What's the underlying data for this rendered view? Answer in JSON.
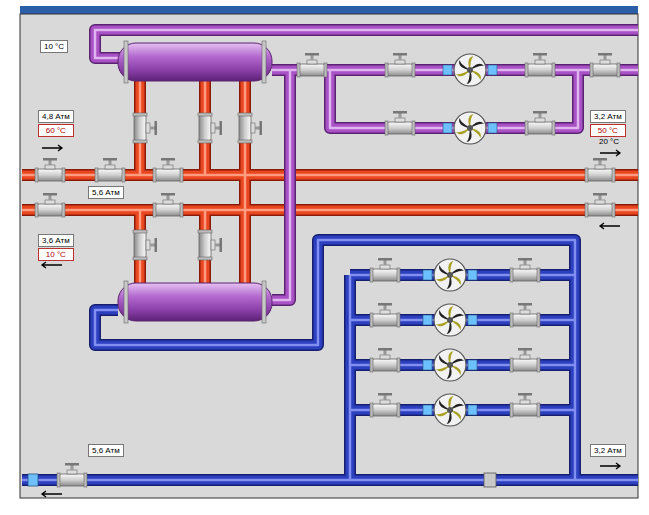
{
  "diagram": {
    "nodes": [
      {
        "text": [
          "10 °C"
        ]
      },
      {
        "text": [
          "4,8 Атм",
          "60 °C"
        ]
      },
      {
        "text": [
          "3,2 Атм",
          "50 °C"
        ]
      },
      {
        "text": [
          "5,6 Атм"
        ]
      },
      {
        "text": [
          "3,6 Атм",
          "10 °C"
        ]
      },
      {
        "text": [
          "5,6 Атм"
        ]
      },
      {
        "text": [
          "3,2 Атм"
        ]
      }
    ],
    "labels": [
      "20 °C"
    ]
  }
}
